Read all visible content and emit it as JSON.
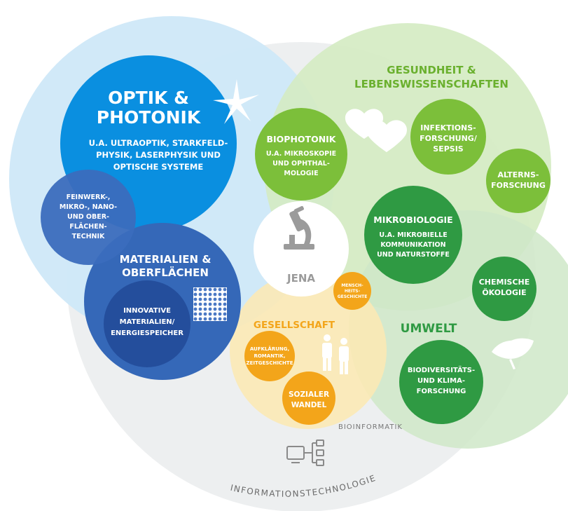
{
  "colors": {
    "optik_light": "#cfe8f8",
    "optik_dark": "#0a8fe0",
    "materialien": "#3568b8",
    "materialien_inner": "#244e9c",
    "feinwerk": "#3b6dbd",
    "gesundheit_light": "#d4ebc2",
    "green_mid": "#7cbf3a",
    "green_dark": "#2f9a43",
    "umwelt_light": "#d7ebd3",
    "gesellschaft_light": "#fbe9b5",
    "orange": "#f3a51a",
    "jena_gray": "#9b9b9b",
    "it_gray": "#edeff0",
    "it_text": "#6b6b6b"
  },
  "icons": {
    "star": "star-icon",
    "hearts": "hearts-icon",
    "grid": "materials-grid-icon",
    "microscope": "microscope-icon",
    "people": "people-icon",
    "leaves": "leaves-icon",
    "network": "network-computer-icon"
  },
  "optik": {
    "title_line1": "OPTIK &",
    "title_line2": "PHOTONIK",
    "sub": [
      "U.A. ULTRAOPTIK, STARKFELD-",
      "PHYSIK, LASERPHYSIK UND",
      "OPTISCHE SYSTEME"
    ]
  },
  "feinwerk": {
    "lines": [
      "FEINWERK-,",
      "MIKRO-, NANO-",
      "UND OBER-",
      "FLÄCHEN-",
      "TECHNIK"
    ]
  },
  "materialien": {
    "title": [
      "MATERIALIEN &",
      "OBERFLÄCHEN"
    ],
    "inner": [
      "INNOVATIVE",
      "MATERIALIEN/",
      "ENERGIESPEICHER"
    ]
  },
  "gesundheit": {
    "title": [
      "GESUNDHEIT &",
      "LEBENSWISSENSCHAFTEN"
    ]
  },
  "biophotonik": {
    "title": "BIOPHOTONIK",
    "sub": [
      "U.A. MIKROSKOPIE",
      "UND OPHTHAL-",
      "MOLOGIE"
    ]
  },
  "infektion": {
    "lines": [
      "INFEKTIONS-",
      "FORSCHUNG/",
      "SEPSIS"
    ]
  },
  "altern": {
    "lines": [
      "ALTERNS-",
      "FORSCHUNG"
    ]
  },
  "mikrobiologie": {
    "title": "MIKROBIOLOGIE",
    "sub": [
      "U.A. MIKROBIELLE",
      "KOMMUNIKATION",
      "UND NATURSTOFFE"
    ]
  },
  "chemische": {
    "lines": [
      "CHEMISCHE",
      "ÖKOLOGIE"
    ]
  },
  "umwelt": {
    "title": "UMWELT",
    "inner": [
      "BIODIVERSITÄTS-",
      "UND KLIMA-",
      "FORSCHUNG"
    ]
  },
  "jena": {
    "label": "JENA"
  },
  "gesellschaft": {
    "title": "GESELLSCHAFT",
    "menschheit": [
      "MENSCH-",
      "HEITS-",
      "GESCHICHTE"
    ],
    "aufklaerung": [
      "AUFKLÄRUNG,",
      "ROMANTIK,",
      "ZEITGESCHICHTE"
    ],
    "sozial": [
      "SOZIALER",
      "WANDEL"
    ]
  },
  "bioinformatik": {
    "label": "BIOINFORMATIK"
  },
  "it": {
    "label": "INFORMATIONSTECHNOLOGIE"
  }
}
